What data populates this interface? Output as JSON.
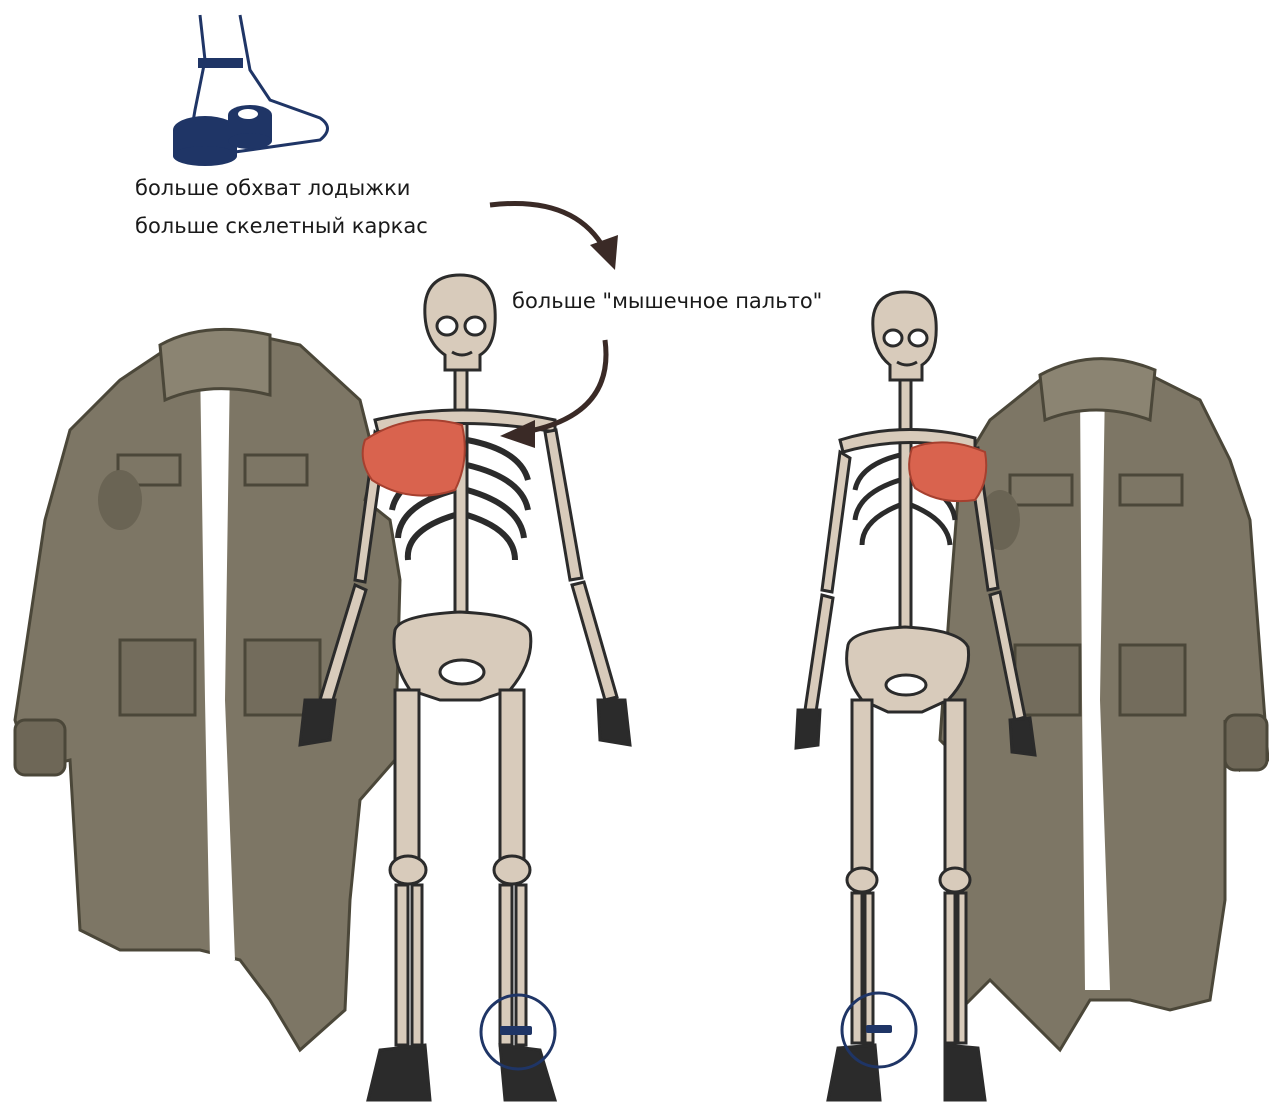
{
  "labels": {
    "ankle_girth": "больше обхват лодыжки",
    "skeleton_frame": "больше скелетный каркас",
    "muscle_coat": "больше \"мышечное пальто\""
  },
  "colors": {
    "coat": "#7d7665",
    "coat_dark": "#5f5a4b",
    "bone": "#d8cbbb",
    "bone_line": "#2b2b2b",
    "muscle": "#d9634e",
    "ankle_marker": "#1f3566",
    "arrow": "#3a2a26"
  },
  "icons": {
    "foot": "foot-with-measuring-tape-icon",
    "arrow": "curved-arrow-icon",
    "coat": "coat-icon",
    "skeleton": "skeleton-icon",
    "ankle_circle": "ankle-highlight-circle-icon"
  }
}
